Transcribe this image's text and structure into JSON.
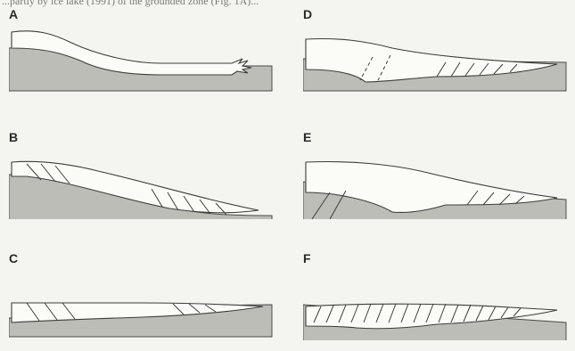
{
  "caption_fragment": "...partly by ice lake (1991) of the grounded zone (Fig. 1A)...",
  "panels": [
    {
      "id": "A",
      "label": "A"
    },
    {
      "id": "B",
      "label": "B"
    },
    {
      "id": "C",
      "label": "C"
    },
    {
      "id": "D",
      "label": "D"
    },
    {
      "id": "E",
      "label": "E"
    },
    {
      "id": "F",
      "label": "F"
    }
  ],
  "colors": {
    "bed": "#bdbdb8",
    "ice": "#fbfbf8",
    "line": "#3c3c3a",
    "background": "#f4f4f1"
  }
}
